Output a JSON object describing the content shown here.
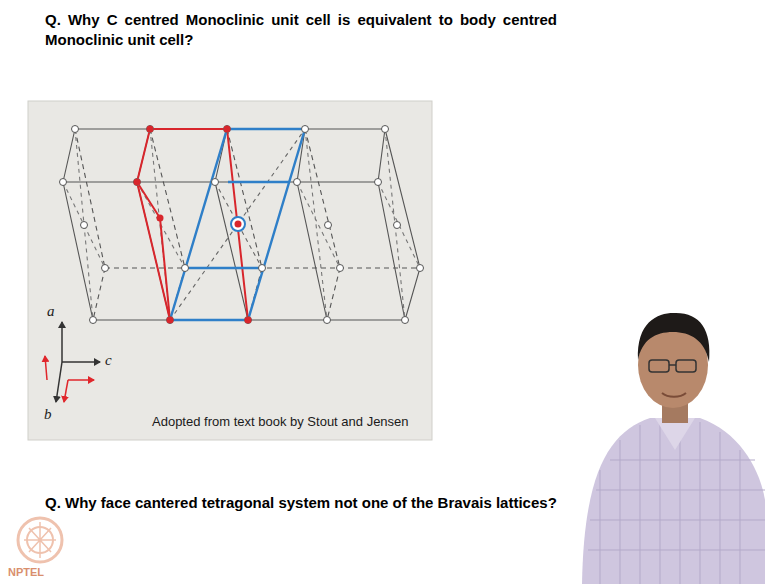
{
  "diagram": {
    "labels": [
      "Q. Why C centred Monoclinic unit cell is equivalent to body centred Monoclinic unit cell?",
      "a",
      "c",
      "b",
      "Adopted from text book by Stout and Jensen",
      "Q. Why face cantered tetragonal system not one of the Bravais lattices?",
      "NPTEL"
    ]
  }
}
